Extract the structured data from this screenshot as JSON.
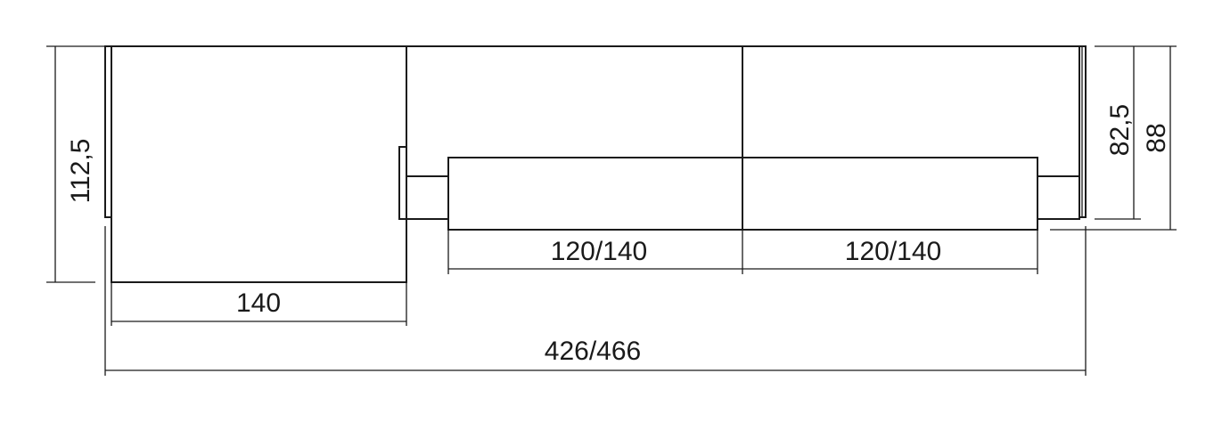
{
  "dimensions": {
    "left_module_width": "140",
    "center_module_width": "120/140",
    "right_module_width": "120/140",
    "total_width": "426/466",
    "left_height": "112,5",
    "seat_height": "82,5",
    "total_height": "88"
  },
  "colors": {
    "line": "#1a1a1a",
    "background": "#ffffff"
  }
}
